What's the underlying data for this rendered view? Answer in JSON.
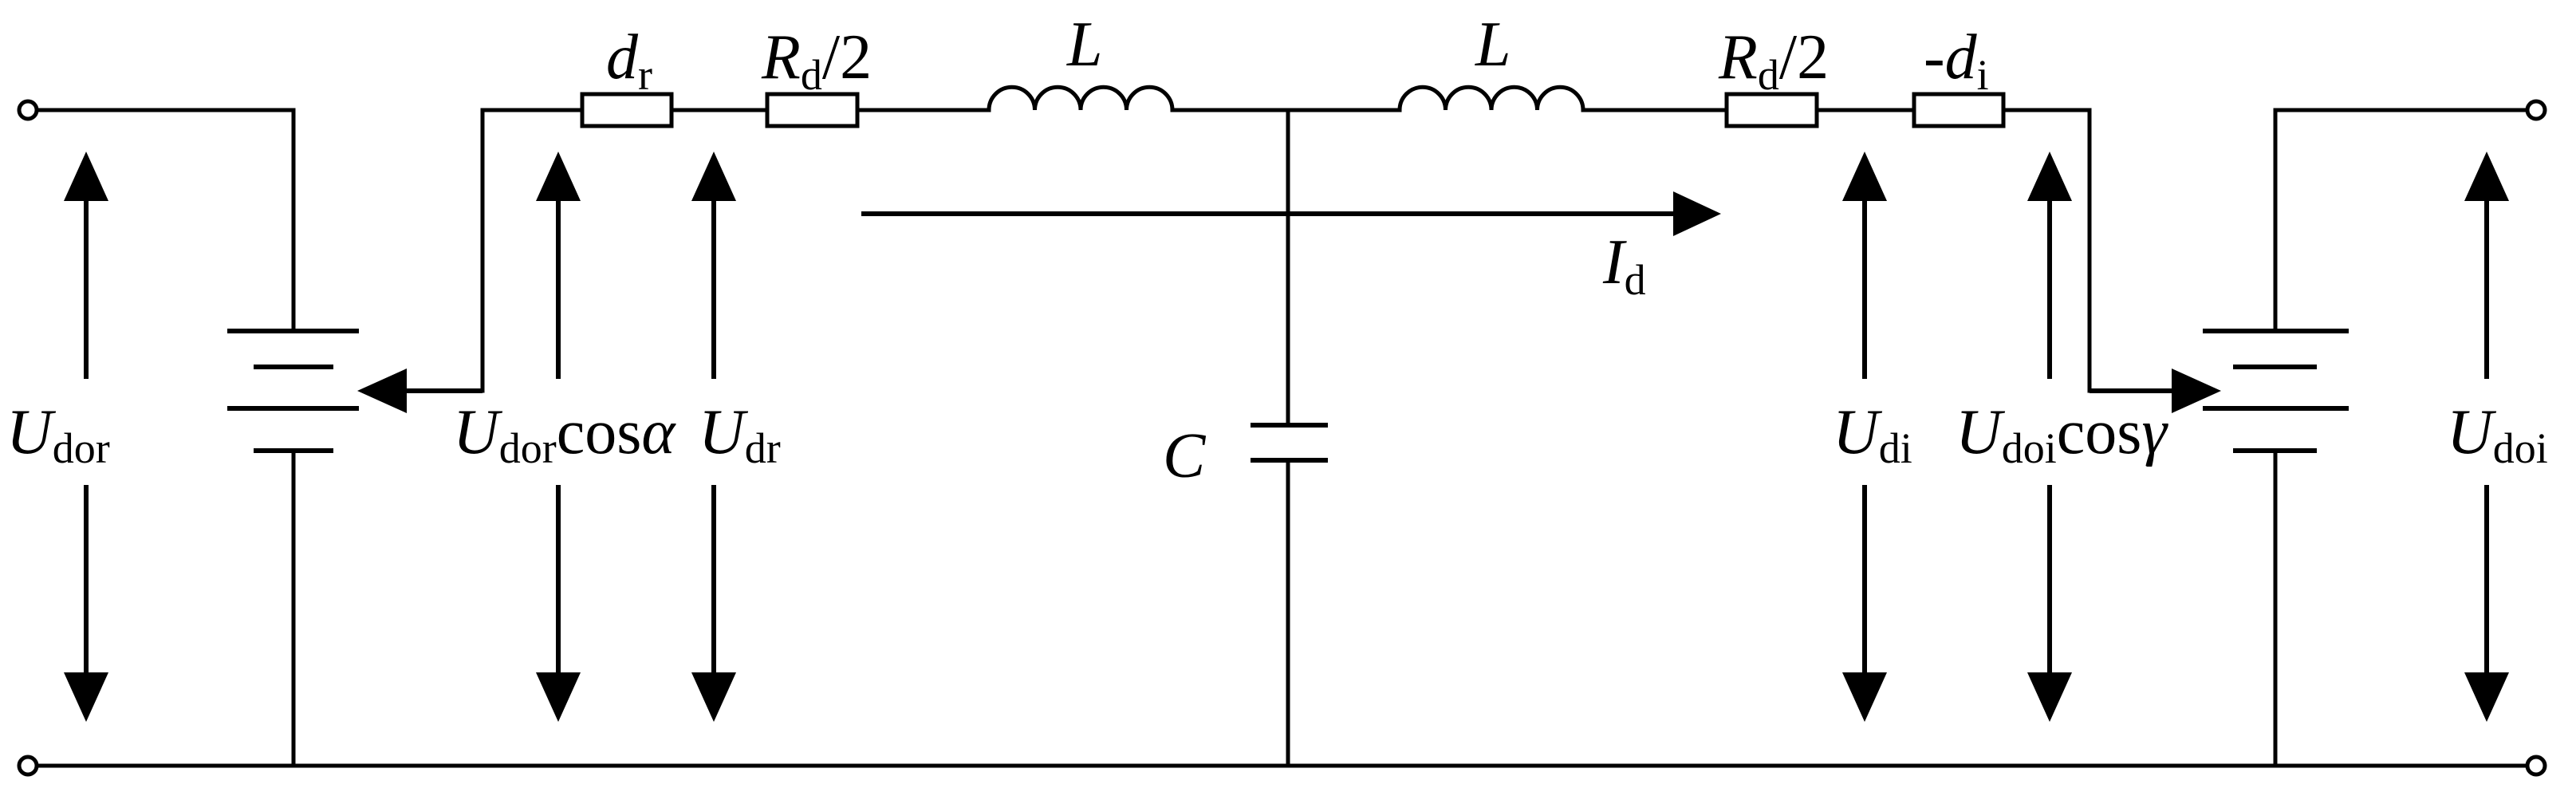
{
  "labels": {
    "dr": {
      "main": "d",
      "sub": "r"
    },
    "rd_left": {
      "main": "R",
      "sub": "d",
      "rest": "/2"
    },
    "l_left": "L",
    "l_right": "L",
    "rd_right": {
      "main": "R",
      "sub": "d",
      "rest": "/2"
    },
    "di": {
      "prefix": "-",
      "main": "d",
      "sub": "i"
    },
    "id": {
      "main": "I",
      "sub": "d"
    },
    "c": "C",
    "udor": {
      "main": "U",
      "sub": "dor"
    },
    "udor_cos": {
      "main": "U",
      "sub": "dor",
      "rest": "cos",
      "greek": "α"
    },
    "udr": {
      "main": "U",
      "sub": "dr"
    },
    "udi": {
      "main": "U",
      "sub": "di"
    },
    "udoi_cos": {
      "main": "U",
      "sub": "doi",
      "rest": "cos",
      "greek": "γ"
    },
    "udoi": {
      "main": "U",
      "sub": "doi"
    }
  }
}
